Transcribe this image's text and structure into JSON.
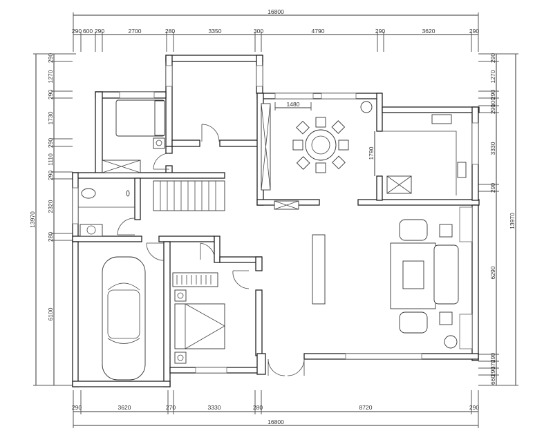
{
  "drawing": {
    "type": "floor-plan",
    "units": "mm"
  },
  "dims": {
    "top_total": "16800",
    "top": [
      "290",
      "600",
      "290",
      "2700",
      "280",
      "3350",
      "300",
      "4790",
      "290",
      "3620",
      "290"
    ],
    "bottom_total": "16800",
    "bottom": [
      "290",
      "3620",
      "270",
      "3330",
      "280",
      "8720",
      "290"
    ],
    "left_total": "13970",
    "left": [
      "290",
      "1270",
      "290",
      "1730",
      "290",
      "1110",
      "290",
      "2320",
      "280",
      "6100"
    ],
    "right_total": "13970",
    "right": [
      "290",
      "1270",
      "290",
      "100",
      "290",
      "3330",
      "290",
      "6290",
      "290",
      "370",
      "290",
      "660"
    ],
    "interior": {
      "dining_window": "1480",
      "kitchen_opening": "1790"
    }
  },
  "colors": {
    "line": "#222222",
    "window": "#666666",
    "background": "#ffffff"
  }
}
